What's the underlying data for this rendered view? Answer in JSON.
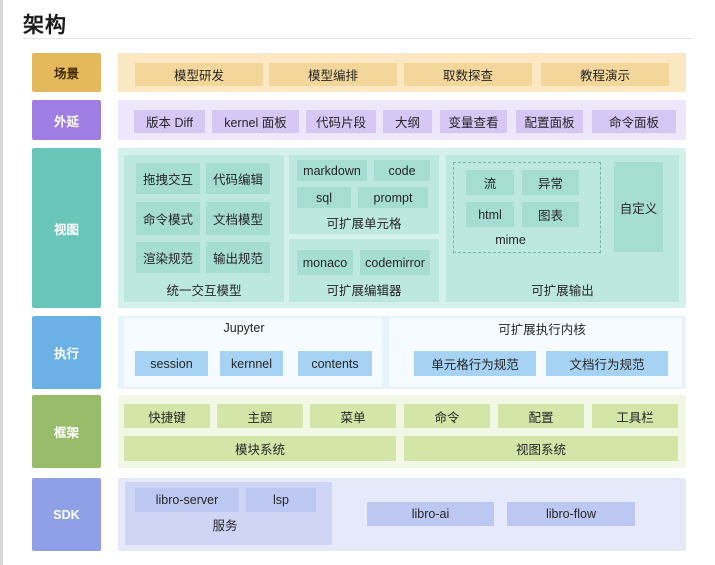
{
  "title": "架构",
  "layers": {
    "scene": {
      "label": "场景",
      "items": [
        "模型研发",
        "模型编排",
        "取数探查",
        "教程演示"
      ]
    },
    "extension": {
      "label": "外延",
      "items": [
        "版本 Diff",
        "kernel 面板",
        "代码片段",
        "大纲",
        "变量查看",
        "配置面板",
        "命令面板"
      ]
    },
    "view": {
      "label": "视图",
      "interaction_model": {
        "label": "统一交互模型",
        "items": [
          "拖拽交互",
          "代码编辑",
          "命令模式",
          "文档模型",
          "渲染规范",
          "输出规范"
        ]
      },
      "extensible_cell": {
        "label": "可扩展单元格",
        "items": [
          "markdown",
          "code",
          "sql",
          "prompt"
        ]
      },
      "extensible_editor": {
        "label": "可扩展编辑器",
        "items": [
          "monaco",
          "codemirror"
        ]
      },
      "extensible_output": {
        "label": "可扩展输出",
        "mime_label": "mime",
        "mime_items": [
          "流",
          "异常",
          "html",
          "图表"
        ],
        "custom": "自定义"
      }
    },
    "execution": {
      "label": "执行",
      "jupyter": {
        "label": "Jupyter",
        "items": [
          "session",
          "kernnel",
          "contents"
        ]
      },
      "extensible_kernel": {
        "label": "可扩展执行内核",
        "items": [
          "单元格行为规范",
          "文档行为规范"
        ]
      }
    },
    "framework": {
      "label": "框架",
      "row1": [
        "快捷键",
        "主题",
        "菜单",
        "命令",
        "配置",
        "工具栏"
      ],
      "row2": [
        "模块系统",
        "视图系统"
      ]
    },
    "sdk": {
      "label": "SDK",
      "service": {
        "label": "服务",
        "items": [
          "libro-server",
          "lsp"
        ]
      },
      "items": [
        "libro-ai",
        "libro-flow"
      ]
    }
  },
  "colors": {
    "scene": "#e4b95c",
    "extension": "#9f7ee3",
    "view": "#6ac6b8",
    "execution": "#6bb1e6",
    "framework": "#97bd6a",
    "sdk": "#8fa0e6"
  }
}
